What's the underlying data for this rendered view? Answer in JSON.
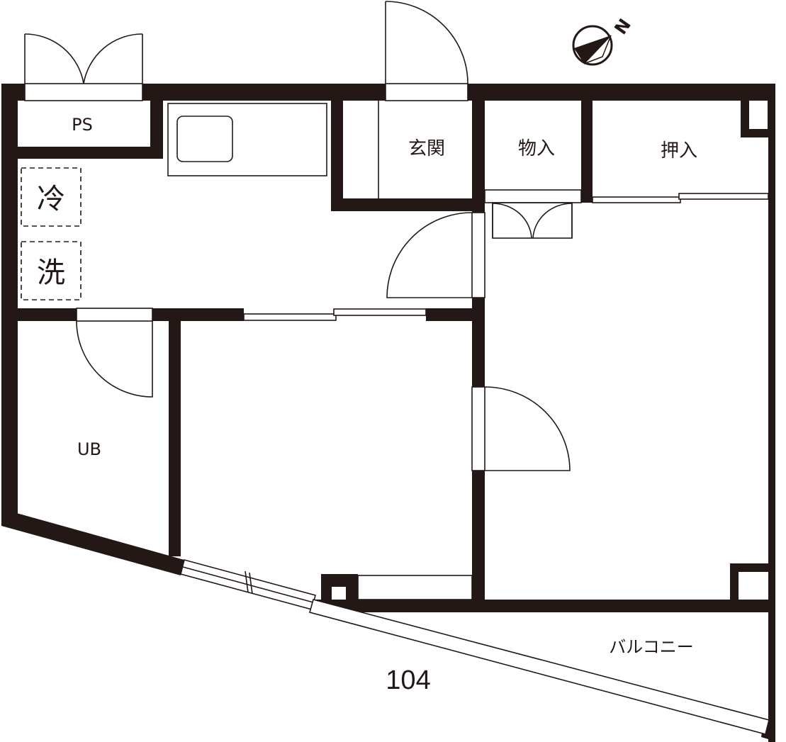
{
  "rooms": {
    "ps": "PS",
    "entrance": "玄関",
    "storage": "物入",
    "closet": "押入",
    "fridge": "冷",
    "washer": "洗",
    "bath": "UB",
    "balcony": "バルコニー"
  },
  "unit_number": "104",
  "compass": {
    "label": "N"
  },
  "colors": {
    "wall": "#231815",
    "background": "#ffffff"
  }
}
